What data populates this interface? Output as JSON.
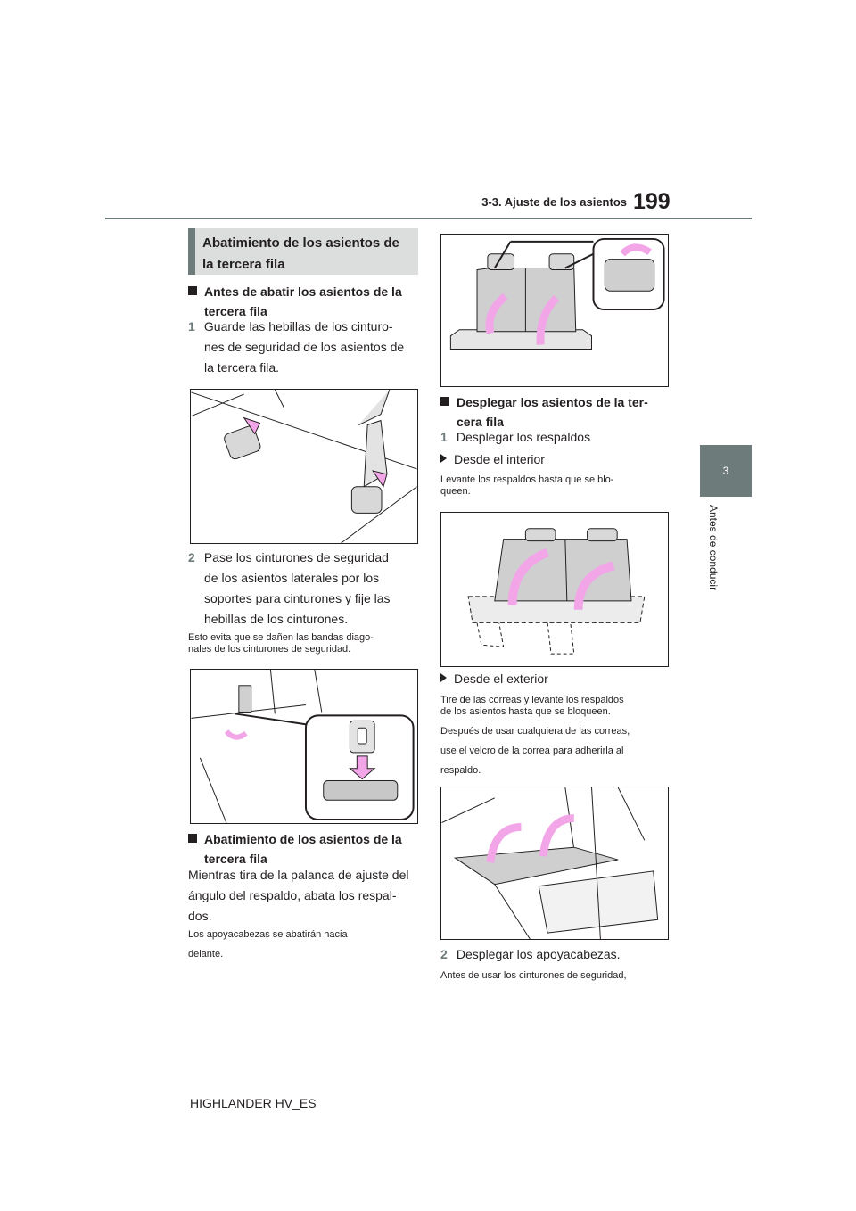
{
  "header": {
    "section_title": "3-3. Ajuste de los asientos",
    "page_number": "199"
  },
  "chapter": {
    "number": "3",
    "title": "Antes de conducir"
  },
  "left_column": {
    "box_heading_line1": "Abatimiento de los asientos de",
    "box_heading_line2": "la tercera fila",
    "before_heading_line1": "Antes de abatir los asientos de la",
    "before_heading_line2": "tercera fila",
    "step1_num": "1",
    "step1_line1": "Guarde las hebillas de los cinturo-",
    "step1_line2": "nes de seguridad de los asientos de",
    "step1_line3": "la tercera fila.",
    "step2_num": "2",
    "step2_line1": "Pase los cinturones de seguridad",
    "step2_line2": "de los asientos laterales por los",
    "step2_line3": "soportes para cinturones y fije las",
    "step2_line4": "hebillas de los cinturones.",
    "step2_note_line1": "Esto evita que se dañen las bandas diago-",
    "step2_note_line2": "nales de los cinturones de seguridad.",
    "fold_heading_line1": "Abatimiento de los asientos de la",
    "fold_heading_line2": "tercera fila",
    "fold_text_line1": "Mientras tira de la palanca de ajuste del",
    "fold_text_line2": "ángulo del respaldo, abata los respal-",
    "fold_text_line3": "dos.",
    "fold_note_line1": "Los apoyacabezas se abatirán hacia",
    "fold_note_line2": "delante."
  },
  "right_column": {
    "unfold_heading_line1": "Desplegar los asientos de la ter-",
    "unfold_heading_line2": "cera fila",
    "step1_num": "1",
    "step1_text": "Desplegar los respaldos",
    "inside_label": "Desde el interior",
    "inside_note_line1": "Levante los respaldos hasta que se blo-",
    "inside_note_line2": "queen.",
    "outside_label": "Desde el exterior",
    "outside_note_line1": "Tire de las correas y levante los respaldos",
    "outside_note_line2": "de los asientos hasta que se bloqueen.",
    "outside_note_line3": "Después de usar cualquiera de las correas,",
    "outside_note_line4": "use el velcro de la correa para adherirla al",
    "outside_note_line5": "respaldo.",
    "step2_num": "2",
    "step2_text": "Desplegar los apoyacabezas.",
    "step2_note": "Antes de usar los cinturones de seguridad,"
  },
  "footer": {
    "model": "HIGHLANDER HV_ES"
  },
  "colors": {
    "accent": "#6e7b7b",
    "box_fill": "#dcdedd",
    "arrow_pink": "#f2a6e8",
    "text": "#231f20"
  }
}
